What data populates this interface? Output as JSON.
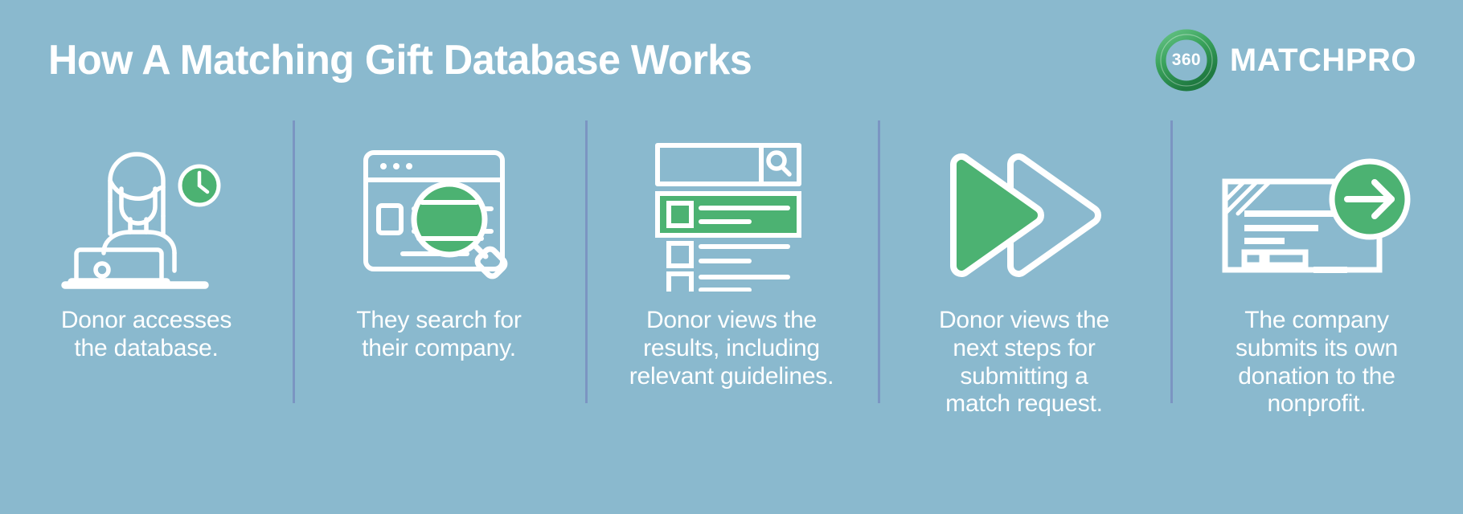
{
  "header": {
    "title": "How A Matching Gift Database Works",
    "logo": {
      "badge_text": "360",
      "wordmark": "MATCHPRO"
    }
  },
  "colors": {
    "background": "#8ab9ce",
    "divider": "#7b95c2",
    "accent_green": "#4cb272",
    "accent_green_dark": "#2e9c55",
    "text_white": "#ffffff"
  },
  "steps": [
    {
      "icon": "person-at-laptop-with-clock-icon",
      "caption": "Donor accesses\nthe database."
    },
    {
      "icon": "browser-window-magnifying-glass-icon",
      "caption": "They search for\ntheir company."
    },
    {
      "icon": "search-results-list-icon",
      "caption": "Donor views the\nresults, including\nrelevant guidelines."
    },
    {
      "icon": "fast-forward-arrows-icon",
      "caption": "Donor views the\nnext steps for\nsubmitting a\nmatch request."
    },
    {
      "icon": "check-document-with-arrow-icon",
      "caption": "The company\nsubmits its own\ndonation to the\nnonprofit."
    }
  ]
}
